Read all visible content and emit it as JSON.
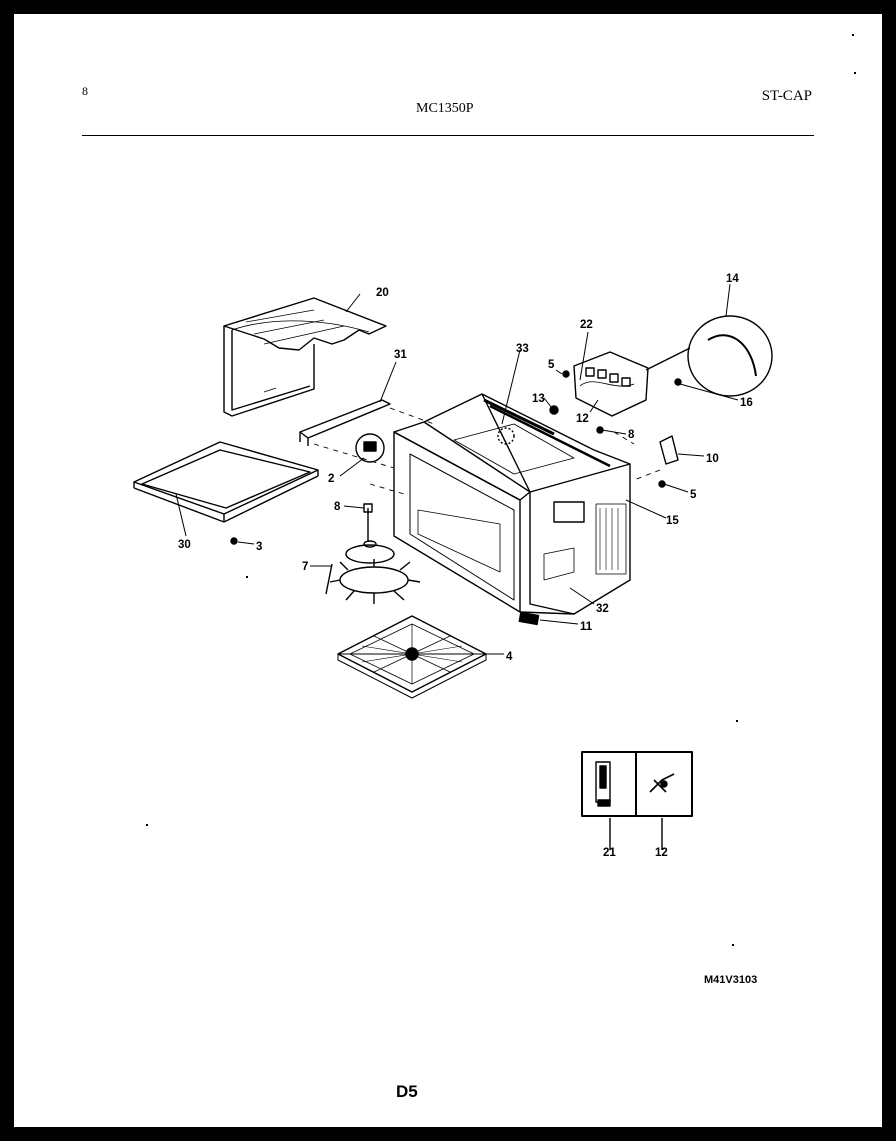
{
  "header": {
    "page_number": "8",
    "model": "MC1350P",
    "section": "ST-CAP"
  },
  "callouts": {
    "c20": "20",
    "c31": "31",
    "c33": "33",
    "c22": "22",
    "c14": "14",
    "c5a": "5",
    "c13": "13",
    "c12a": "12",
    "c8a": "8",
    "c16": "16",
    "c10": "10",
    "c5b": "5",
    "c15": "15",
    "c2": "2",
    "c8b": "8",
    "c30": "30",
    "c3": "3",
    "c7": "7",
    "c32": "32",
    "c11": "11",
    "c4": "4",
    "c21": "21",
    "c12b": "12"
  },
  "footer": {
    "drawing_number": "M41V3103",
    "page_code": "D5"
  }
}
